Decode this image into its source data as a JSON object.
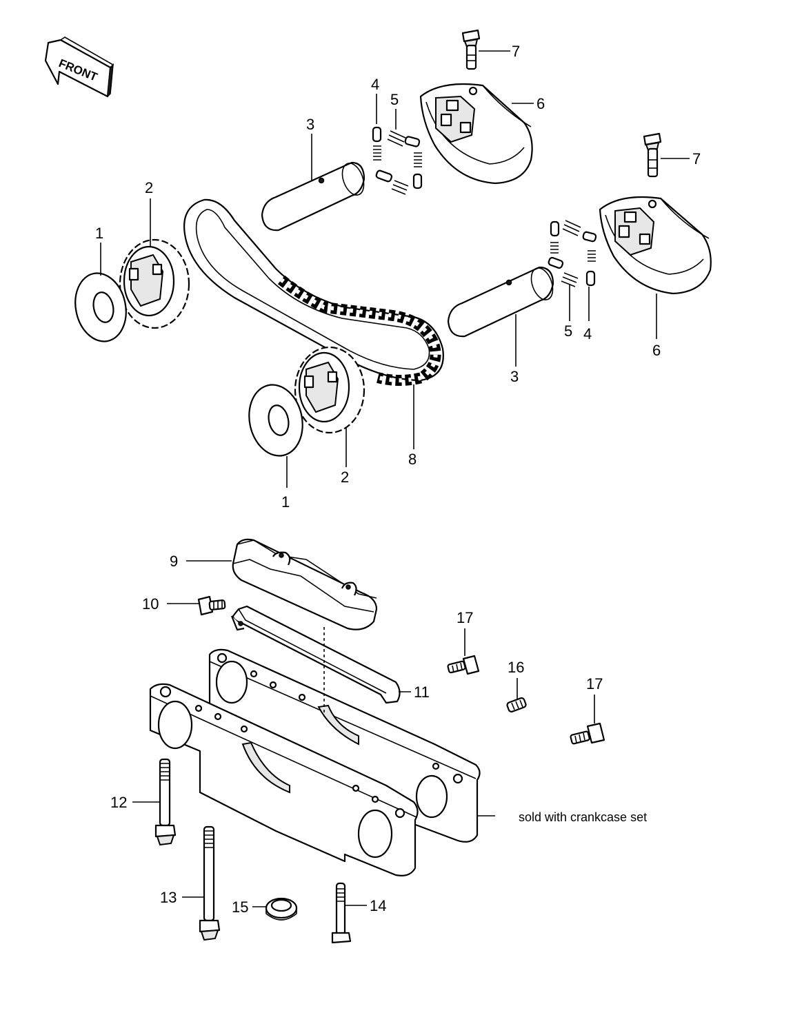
{
  "front_badge": "FRONT",
  "note": "sold with crankcase set",
  "callouts": {
    "c1a": "1",
    "c1b": "1",
    "c2a": "2",
    "c2b": "2",
    "c3a": "3",
    "c3b": "3",
    "c4a": "4",
    "c4b": "4",
    "c5a": "5",
    "c5b": "5",
    "c6a": "6",
    "c6b": "6",
    "c7a": "7",
    "c7b": "7",
    "c8": "8",
    "c9": "9",
    "c10": "10",
    "c11": "11",
    "c12": "12",
    "c13": "13",
    "c14": "14",
    "c15": "15",
    "c16": "16",
    "c17a": "17",
    "c17b": "17"
  }
}
